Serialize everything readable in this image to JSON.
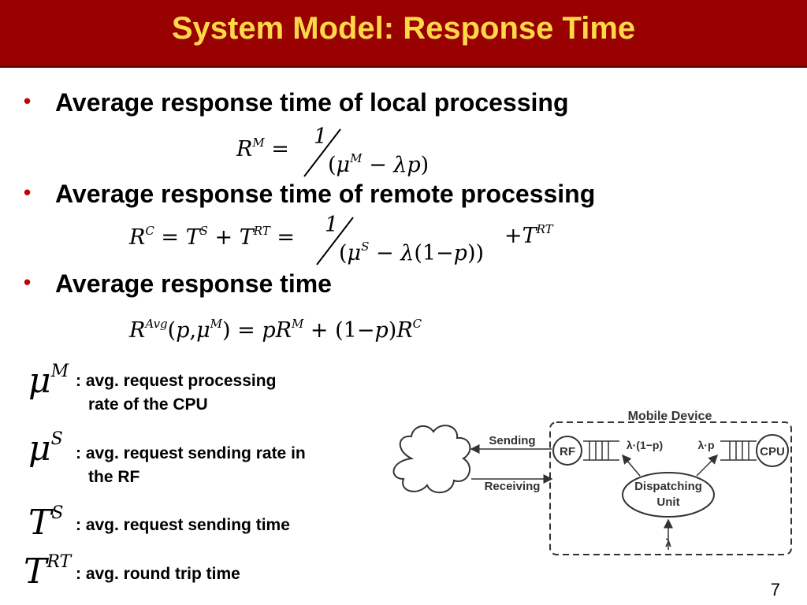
{
  "slide": {
    "title": "System Model: Response Time",
    "page_number": "7"
  },
  "bullets": [
    {
      "text": "Average response time of local processing"
    },
    {
      "text": "Average response time of remote processing"
    },
    {
      "text": "Average response time"
    }
  ],
  "definitions": [
    {
      "line1": ": avg. request processing",
      "line2": "rate of the CPU"
    },
    {
      "line1": ": avg. request sending rate in",
      "line2": "the RF"
    },
    {
      "line1": ": avg. request sending time"
    },
    {
      "line1": ": avg. round trip time"
    }
  ],
  "diagram": {
    "device_label": "Mobile Device",
    "sending_label": "Sending",
    "receiving_label": "Receiving",
    "rf_label": "RF",
    "cpu_label": "CPU",
    "dispatch_line1": "Dispatching",
    "dispatch_line2": "Unit",
    "rate_rf": "λ·(1−p)",
    "rate_cpu": "λ·p",
    "lambda": "λ"
  },
  "colors": {
    "title_bar": "#990000",
    "title_text": "#FFD84A",
    "bullet_dot": "#C00000"
  }
}
